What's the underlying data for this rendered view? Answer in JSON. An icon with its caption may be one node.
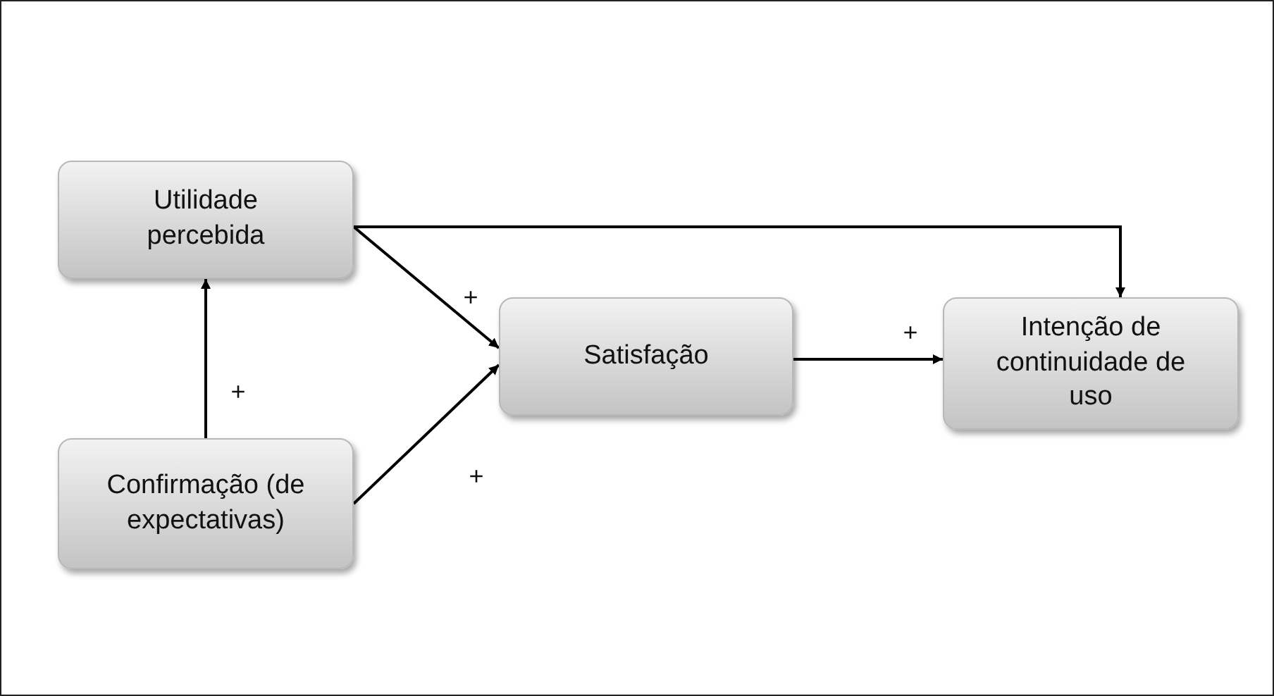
{
  "diagram": {
    "nodes": [
      {
        "text": [
          "Utilidade percebida"
        ]
      },
      {
        "text": [
          "Satisfação"
        ]
      },
      {
        "text": [
          "Intenção de continuidade de uso"
        ]
      },
      {
        "text": [
          "Confirmação (de expectativas)"
        ]
      }
    ],
    "edges": [
      {
        "from": 0,
        "to": 2,
        "arrow": "to"
      },
      {
        "from": 0,
        "to": 1,
        "arrow": "to",
        "label": "+"
      },
      {
        "from": 3,
        "to": 0,
        "arrow": "to",
        "label": "+"
      },
      {
        "from": 3,
        "to": 1,
        "arrow": "to",
        "label": "+"
      },
      {
        "from": 1,
        "to": 2,
        "arrow": "to",
        "label": "+"
      }
    ]
  }
}
